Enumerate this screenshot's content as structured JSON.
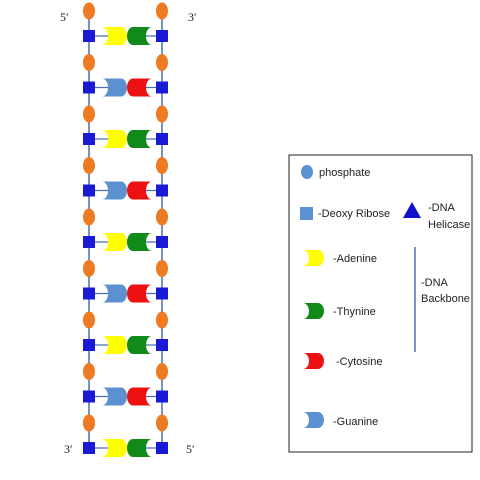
{
  "ends": {
    "top_left": "5′",
    "top_right": "3′",
    "bottom_left": "3′",
    "bottom_right": "5′"
  },
  "colors": {
    "phosphate": "#EE7A22",
    "deoxyribose": "#1A1AD4",
    "backbone_line": "#4A6FB3",
    "adenine": "#FFFF00",
    "thymine": "#118A1A",
    "cytosine": "#EE1111",
    "guanine": "#5B91D0",
    "helicase": "#1111CC",
    "legend_border": "#222222"
  },
  "base_pairs": [
    [
      "adenine",
      "thymine"
    ],
    [
      "guanine",
      "cytosine"
    ],
    [
      "adenine",
      "thymine"
    ],
    [
      "guanine",
      "cytosine"
    ],
    [
      "adenine",
      "thymine"
    ],
    [
      "guanine",
      "cytosine"
    ],
    [
      "adenine",
      "thymine"
    ],
    [
      "guanine",
      "cytosine"
    ],
    [
      "adenine",
      "thymine"
    ]
  ],
  "legend": {
    "phosphate": "phosphate",
    "deoxyribose": "-Deoxy Ribose",
    "helicase_line1": "-DNA",
    "helicase_line2": "Helicase",
    "adenine": "-Adenine",
    "thymine": "-Thynine",
    "cytosine": "-Cytosine",
    "guanine": "-Guanine",
    "backbone_line1": "-DNA",
    "backbone_line2": "Backbone"
  }
}
